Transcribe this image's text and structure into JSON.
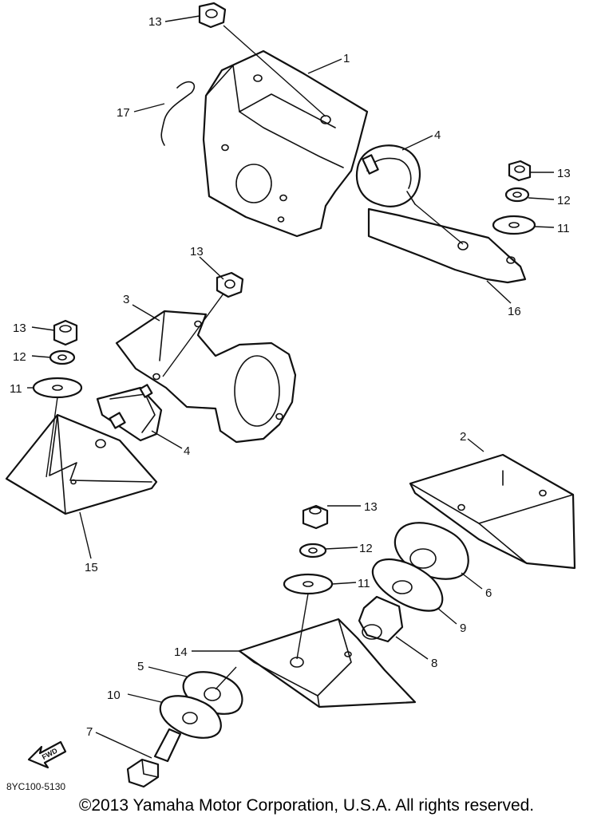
{
  "callouts": {
    "c1": "1",
    "c2": "2",
    "c3": "3",
    "c4a": "4",
    "c4b": "4",
    "c5": "5",
    "c6": "6",
    "c7": "7",
    "c8": "8",
    "c9": "9",
    "c10": "10",
    "c11a": "11",
    "c11b": "11",
    "c11c": "11",
    "c12a": "12",
    "c12b": "12",
    "c12c": "12",
    "c13a": "13",
    "c13b": "13",
    "c13c": "13",
    "c13d": "13",
    "c13e": "13",
    "c14": "14",
    "c15": "15",
    "c16": "16",
    "c17": "17"
  },
  "fwd_label": "FWD",
  "diagram_code": "8YC100-5130",
  "copyright": "©2013 Yamaha Motor Corporation, U.S.A. All rights reserved."
}
